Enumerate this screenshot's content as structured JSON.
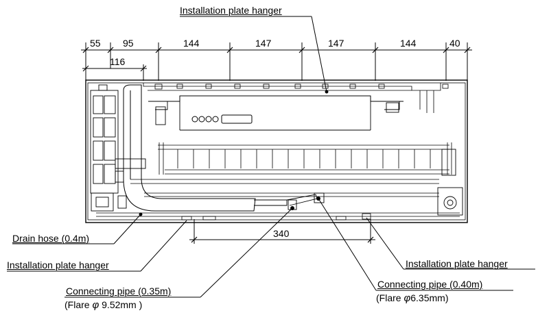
{
  "labels": {
    "top_hanger": "Installation plate hanger",
    "drain_hose": "Drain hose (0.4m)",
    "bottom_hanger_left": "Installation plate hanger",
    "bottom_hanger_right": "Installation plate hanger",
    "pipe_left": "Connecting pipe (0.35m)",
    "pipe_left_flare_prefix": "(Flare",
    "pipe_left_flare_symbol": "φ",
    "pipe_left_flare_value": " 9.52mm )",
    "pipe_right": "Connecting pipe (0.40m)",
    "pipe_right_flare_prefix": "(Flare",
    "pipe_right_flare_symbol": "φ",
    "pipe_right_flare_value": "6.35mm)"
  },
  "dimensions": {
    "top": [
      "55",
      "95",
      "144",
      "147",
      "147",
      "144",
      "40"
    ],
    "second_row": "116",
    "bottom": "340"
  }
}
